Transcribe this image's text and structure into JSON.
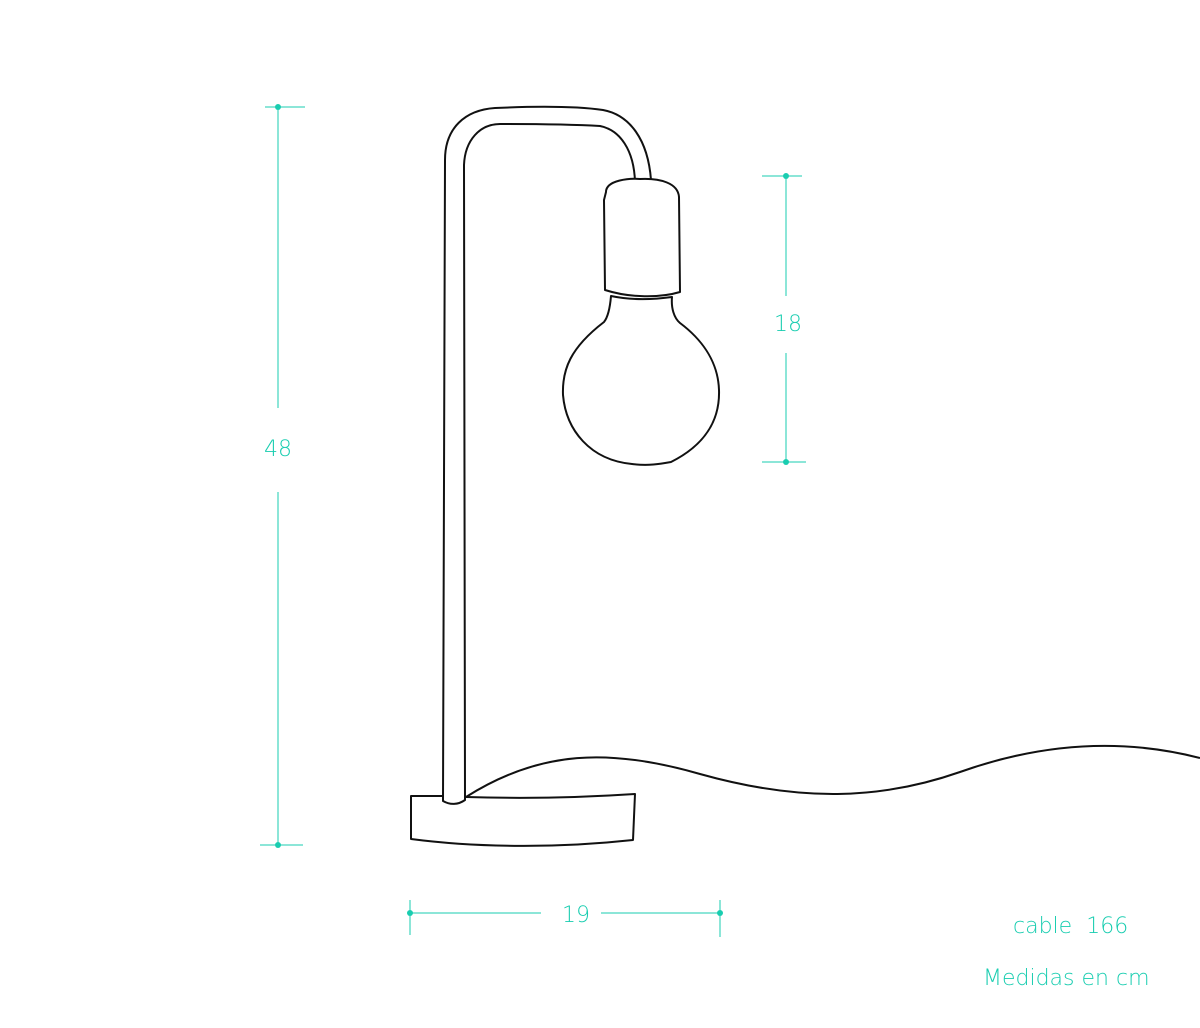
{
  "dimensions": {
    "height_total": "48",
    "bulb_height": "18",
    "base_width": "19"
  },
  "cable": {
    "label": "cable",
    "value": "166"
  },
  "units_note": "Medidas en cm",
  "colors": {
    "accent": "#19cdb0",
    "line": "#111111"
  }
}
